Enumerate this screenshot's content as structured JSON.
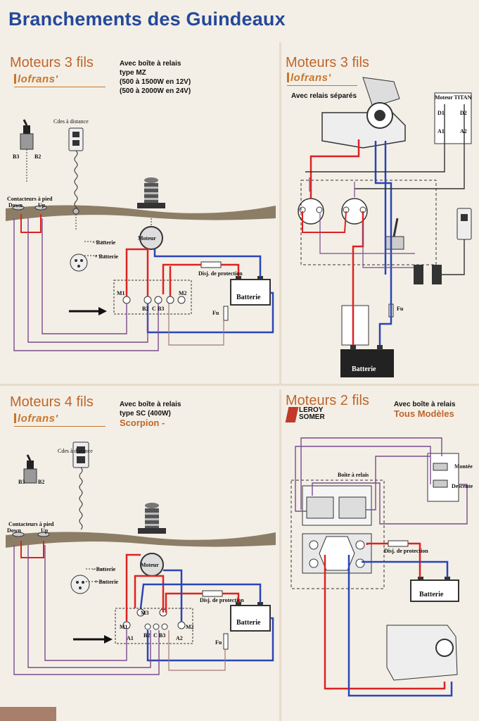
{
  "title": "Branchements des Guindeaux",
  "brand_lofrans": "lofrans'",
  "battery": "Batterie",
  "fuse": "Fu",
  "breaker": "Disj. de protection",
  "panels": {
    "tl": {
      "title": "Moteurs 3 fils",
      "info": [
        "Avec boîte à relais",
        "type MZ",
        "(500 à 1500W en 12V)",
        "(500 à 2000W en 24V)"
      ],
      "labels": {
        "cdes": "Cdes à distance",
        "contacteurs": "Contacteurs à pied",
        "down": "Down",
        "up": "Up",
        "b3": "B3",
        "b2": "B2",
        "c": "C",
        "plus_bat": "+ Batterie",
        "minus_bat": "- Batterie",
        "moteur": "Moteur",
        "m1": "M1",
        "m2": "M2"
      }
    },
    "tr": {
      "title": "Moteurs 3 fils",
      "info": [
        "Avec relais séparés"
      ],
      "labels": {
        "titan": "Moteur TITAN",
        "d1": "D1",
        "d2": "D2",
        "a1": "A1",
        "a2": "A2"
      }
    },
    "bl": {
      "title": "Moteurs 4 fils",
      "info": [
        "Avec boîte à relais",
        "type SC (400W)"
      ],
      "model": "Scorpion -",
      "labels": {
        "m3": "M3",
        "a1": "A1",
        "a2": "A2"
      }
    },
    "br": {
      "title": "Moteurs 2 fils",
      "brand": [
        "LEROY",
        "SOMER"
      ],
      "info": [
        "Avec boîte à relais"
      ],
      "model": "Tous Modèles",
      "labels": {
        "boite": "Boîte à relais",
        "montee": "Montée",
        "descente": "Descente"
      }
    }
  }
}
